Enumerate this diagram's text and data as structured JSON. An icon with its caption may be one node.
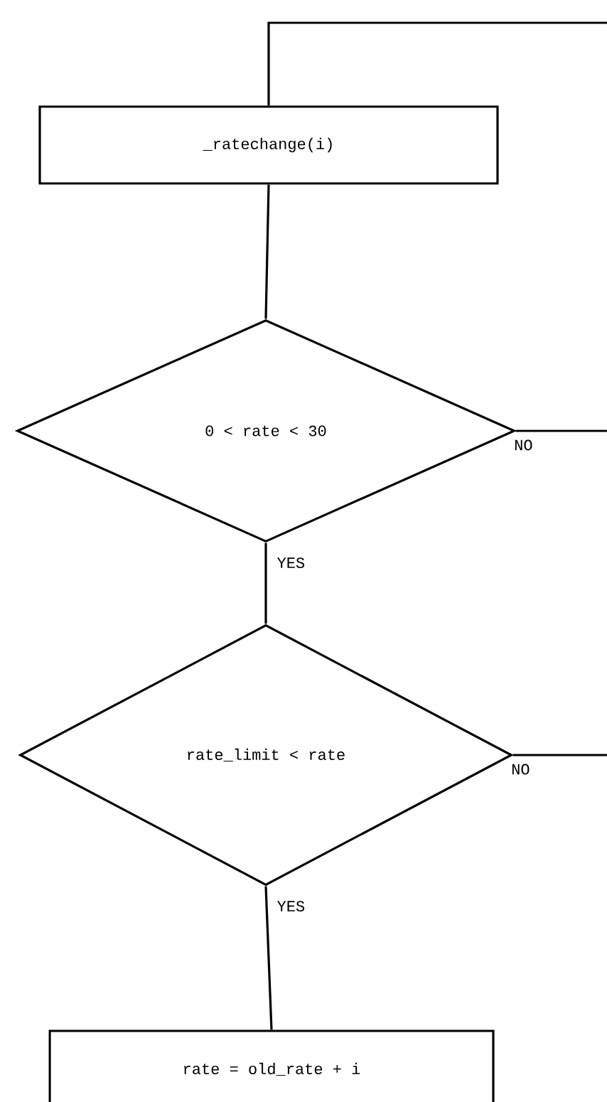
{
  "diagram": {
    "nodes": [
      {
        "text": [
          "_ratechange(i)"
        ]
      },
      {
        "text": [
          "0 < rate < 30"
        ]
      },
      {
        "text": [
          "rate_limit < rate"
        ]
      },
      {
        "text": [
          "rate = old_rate + i"
        ]
      }
    ],
    "edges": [
      {
        "from": null,
        "to": 0,
        "arrow": "none"
      },
      {
        "from": 0,
        "to": 1,
        "arrow": "none"
      },
      {
        "from": 1,
        "to": 2,
        "arrow": "none",
        "label": "YES"
      },
      {
        "from": 1,
        "to": null,
        "arrow": "none",
        "label": "NO"
      },
      {
        "from": 2,
        "to": 3,
        "arrow": "none",
        "label": "YES"
      },
      {
        "from": 2,
        "to": null,
        "arrow": "none",
        "label": "NO"
      }
    ]
  }
}
